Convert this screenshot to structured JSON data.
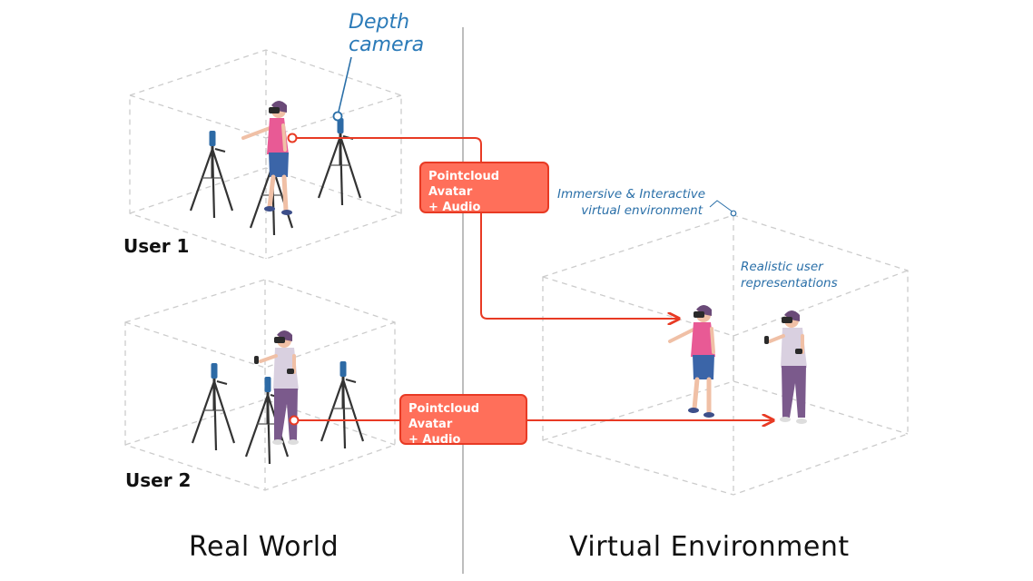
{
  "labels": {
    "depth_camera_line1": "Depth",
    "depth_camera_line2": "camera",
    "user1": "User 1",
    "user2": "User 2",
    "real_world": "Real World",
    "virtual_environment": "Virtual Environment",
    "immersive_line1": "Immersive & Interactive",
    "immersive_line2": "virtual environment",
    "realistic_line1": "Realistic user",
    "realistic_line2": "representations"
  },
  "boxes": {
    "top_line1": "Pointcloud Avatar",
    "top_line2": "+ Audio",
    "bottom_line1": "Pointcloud Avatar",
    "bottom_line2": "+ Audio"
  },
  "colors": {
    "accent": "#e83a24",
    "box_fill": "#ff6f5a",
    "note_blue": "#2a6fa8",
    "divider": "#bdbdbd",
    "dashed": "#cccccc",
    "user1_shirt": "#e85a95",
    "user1_shorts": "#3b65a8",
    "user2_shirt": "#d9d0e0",
    "user2_pants": "#7b5a8c"
  }
}
